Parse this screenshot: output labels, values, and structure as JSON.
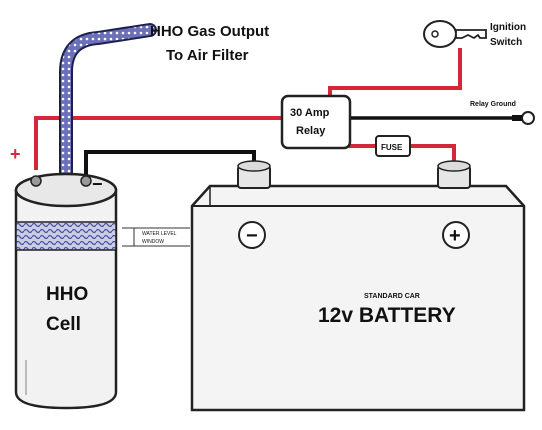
{
  "labels": {
    "gas_output_line1": "HHO Gas Output",
    "gas_output_line2": "To Air Filter",
    "ignition_line1": "Ignition",
    "ignition_line2": "Switch",
    "relay_line1": "30 Amp",
    "relay_line2": "Relay",
    "relay_ground": "Relay Ground",
    "fuse": "FUSE",
    "cell_line1": "HHO",
    "cell_line2": "Cell",
    "battery": "12v BATTERY",
    "battery_small": "STANDARD CAR",
    "cell_note_line1": "WATER LEVEL",
    "cell_note_line2": "WINDOW",
    "plus_sign": "+",
    "minus_sign": "−",
    "cell_plus": "+",
    "cell_minus": "−"
  },
  "colors": {
    "positive_wire": "#d6273a",
    "negative_wire": "#111111",
    "hose": "#4a4f9a",
    "outline": "#222222",
    "battery_fill": "#f4f4f4",
    "cell_fill": "#f2f2f2"
  },
  "icons": [
    "key-icon",
    "relay-ground-connector-icon"
  ]
}
